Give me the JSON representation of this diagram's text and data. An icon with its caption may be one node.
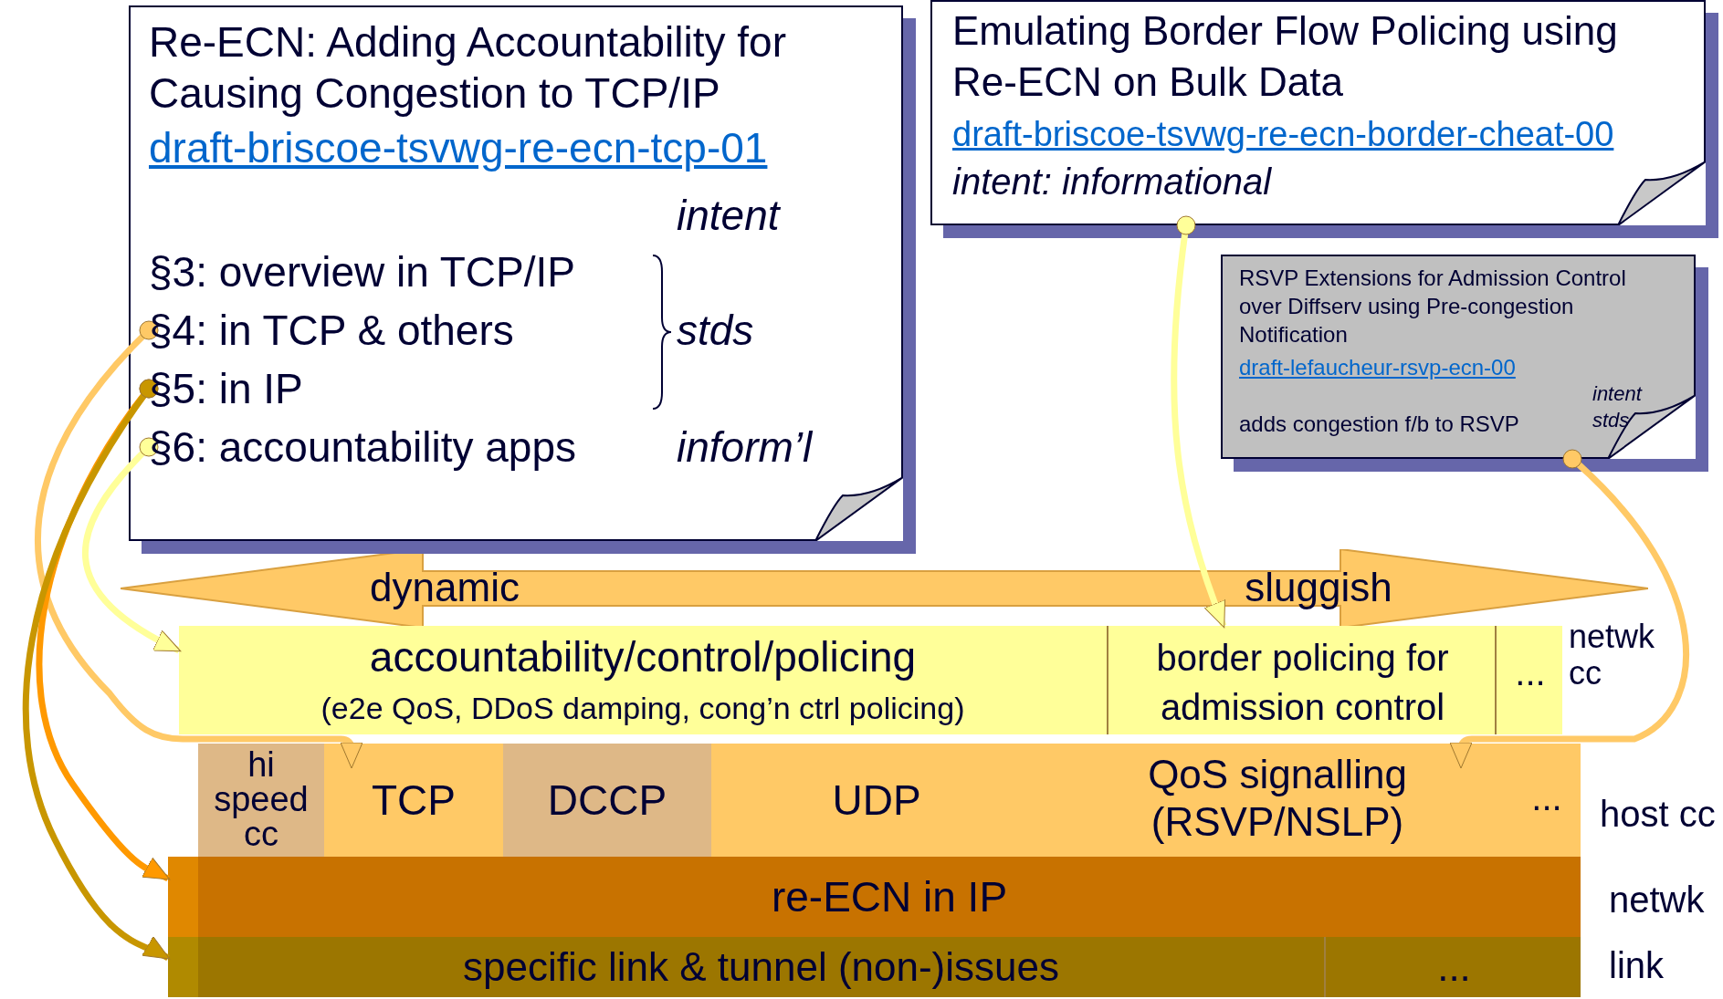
{
  "diagram": {
    "nodes": [
      {
        "text": [
          "Re-ECN: Adding Accountability for Causing Congestion to TCP/IP",
          "draft-briscoe-tsvwg-re-ecn-tcp-01",
          "intent",
          "§3: overview in TCP/IP",
          "stds",
          "inform’l"
        ]
      },
      {
        "text": [
          "§4: in TCP & others"
        ],
        "in": 0
      },
      {
        "text": [
          "§5: in IP"
        ],
        "in": 0
      },
      {
        "text": [
          "§6: accountability apps"
        ],
        "in": 0
      },
      {
        "text": [
          "Emulating Border Flow Policing using Re-ECN on Bulk Data",
          "draft-briscoe-tsvwg-re-ecn-border-cheat-00",
          "intent: informational"
        ]
      },
      {
        "text": [
          "RSVP Extensions for Admission Control over Diffserv using Pre-congestion Notification",
          "draft-lefaucheur-rsvp-ecn-00",
          "intent stds",
          "adds congestion f/b to RSVP"
        ]
      },
      {
        "text": [
          "accountability/control/policing",
          "(e2e QoS, DDoS damping, cong’n ctrl policing)"
        ]
      },
      {
        "text": [
          "border policing for admission control"
        ]
      },
      {
        "text": [
          "..."
        ]
      },
      {
        "text": [
          "hi speed cc"
        ]
      },
      {
        "text": [
          "TCP"
        ]
      },
      {
        "text": [
          "DCCP"
        ]
      },
      {
        "text": [
          "UDP"
        ]
      },
      {
        "text": [
          "QoS signalling (RSVP/NSLP)"
        ]
      },
      {
        "text": [
          "..."
        ]
      },
      {
        "text": [
          "re-ECN in IP"
        ]
      },
      {
        "text": [
          "specific link & tunnel (non-)issues"
        ]
      },
      {
        "text": [
          "..."
        ]
      }
    ],
    "edges": [
      {
        "from": 1,
        "to": 10,
        "arrow": "to",
        "color": "#ffc966"
      },
      {
        "from": 2,
        "to": 15,
        "arrow": "to",
        "color": "#ff9900"
      },
      {
        "from": 2,
        "to": 16,
        "arrow": "to",
        "color": "#c89600"
      },
      {
        "from": 3,
        "to": 6,
        "arrow": "to",
        "color": "#ffff99"
      },
      {
        "from": 4,
        "to": 7,
        "arrow": "to",
        "color": "#ffff99"
      },
      {
        "from": 5,
        "to": 13,
        "arrow": "to",
        "color": "#ffc966"
      }
    ],
    "labels": [
      "dynamic",
      "sluggish",
      "netwk cc",
      "host cc",
      "netwk",
      "link"
    ]
  }
}
